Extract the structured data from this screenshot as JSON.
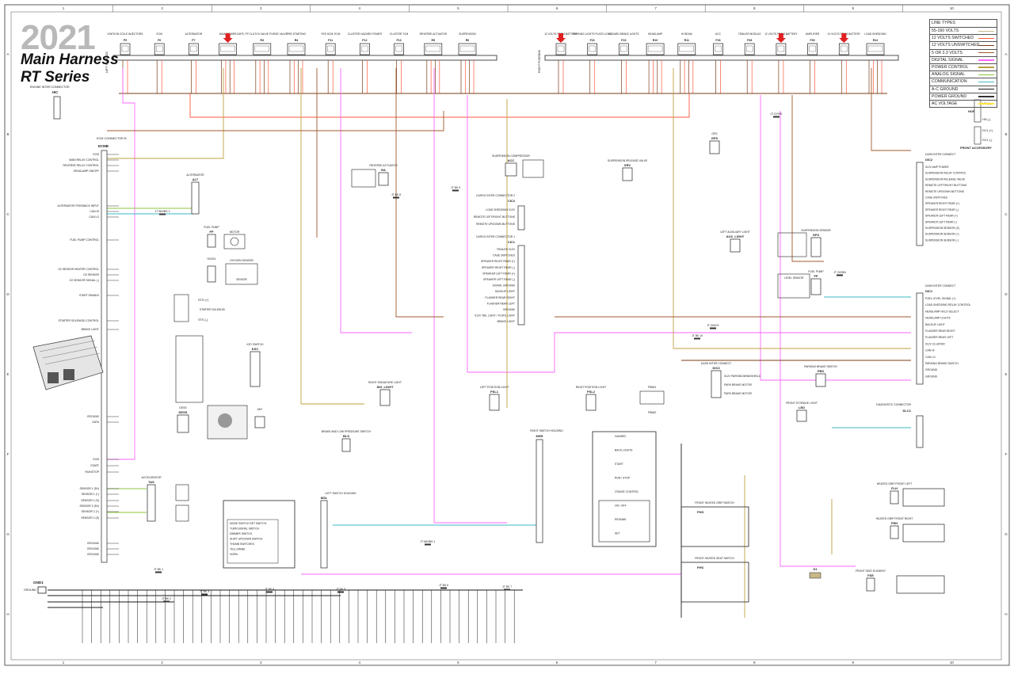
{
  "title": {
    "year": "2021",
    "line1": "Main Harness",
    "line2": "RT Series"
  },
  "grid": {
    "columns": [
      "1",
      "2",
      "3",
      "4",
      "5",
      "6",
      "7",
      "8",
      "9",
      "10"
    ],
    "rows": [
      "A",
      "B",
      "C",
      "D",
      "E",
      "F",
      "G",
      "H"
    ]
  },
  "legend": {
    "title": "LINE TYPES",
    "items": [
      {
        "label": "55-160 VOLTS",
        "color": "#c8b88a"
      },
      {
        "label": "12 VOLTS SWITCHED",
        "color": "#ff5a3c"
      },
      {
        "label": "12 VOLTS UNSWITCHED",
        "color": "#7a3d1a"
      },
      {
        "label": "5 OR 3.3 VOLTS",
        "color": "#a05a2c"
      },
      {
        "label": "DIGITAL SIGNAL",
        "color": "#ff66ff"
      },
      {
        "label": "POWER CONTROL",
        "color": "#c0a040"
      },
      {
        "label": "ANALOG SIGNAL",
        "color": "#8cc63f"
      },
      {
        "label": "COMMUNICATION",
        "color": "#3fb8c6"
      },
      {
        "label": "A-C GROUND",
        "color": "#1a1a1a"
      },
      {
        "label": "POWER GROUND",
        "color": "#333333"
      },
      {
        "label": "AC VOLTAGE",
        "color": "#ffe23c"
      }
    ]
  },
  "fuses": {
    "left_label": "LEFT FUSEBOX",
    "right_label": "RIGHT FUSEBOX",
    "left": [
      {
        "name": "IGNITION COILS INJECTORS",
        "code": "F5"
      },
      {
        "name": "ECM",
        "code": "F6"
      },
      {
        "name": "ALTERNATOR",
        "code": "F7"
      },
      {
        "name": "MAIN POWER",
        "code": "R1"
      },
      {
        "name": "CAPS, FP CLUTCH VALVE PURGE VALVE",
        "code": "R3"
      },
      {
        "name": "PRE-STARTING",
        "code": "R4"
      },
      {
        "name": "YRS HCM, ECM",
        "code": "F11"
      },
      {
        "name": "CLUSTER HAZARD POWER",
        "code": "F12"
      },
      {
        "name": "CLUSTER TCM",
        "code": "F13"
      },
      {
        "name": "REVERSE ACTUATOR",
        "code": "R5"
      },
      {
        "name": "SUSPENSION",
        "code": "R6"
      }
    ],
    "right": [
      {
        "name": "12 VOLTS FROM BATTERY",
        "code": "F21"
      },
      {
        "name": "PARKING LIGHTS PLATE LIGHT",
        "code": "F22"
      },
      {
        "name": "HAZARD BRAKE LIGHTS",
        "code": "F23"
      },
      {
        "name": "HEADLAMP",
        "code": "R10"
      },
      {
        "name": "HI BEAM",
        "code": "R11"
      },
      {
        "name": "ACC",
        "code": "F26"
      },
      {
        "name": "TRAILER MODULE",
        "code": "F28"
      },
      {
        "name": "12 VOLTS FROM BATTERY",
        "code": "F29"
      },
      {
        "name": "AMPLIFIER",
        "code": "F30"
      },
      {
        "name": "12 VOLTS FROM BATTERY",
        "code": "F31"
      },
      {
        "name": "LOAD SHEDDING",
        "code": "R12"
      }
    ]
  },
  "modules": {
    "engine_inter": {
      "name": "ENGINE INTER CONNECTOR",
      "code": "HIC"
    },
    "ecm": {
      "name": "ECM CONNECTOR B",
      "code": "ECMB"
    },
    "ecm_pins": [
      "ECM",
      "MAIN RELAY CONTROL",
      "REVERSE RELAY CONTROL",
      "HEADLAMP ON/OFF",
      "ALTERNATOR FEEDBACK INPUT",
      "CAN HI",
      "CAN LO",
      "FUEL PUMP CONTROL",
      "O2 SENSOR HEATER CONTROL",
      "O2 SENSOR",
      "O2 SENSOR SIGNAL (-)",
      "START ENABLE",
      "STARTER SOLENOID CONTROL",
      "BRAKE LIGHT",
      "GROUND",
      "DATA",
      "ECM",
      "START",
      "RUN/STOP",
      "SENSOR 1 (5V)",
      "SENSOR 1 (+)",
      "SENSOR 1 (S)",
      "SENSOR 2 (5V)",
      "SENSOR 2 (+)",
      "SENSOR 2 (S)",
      "GROUND",
      "GROUND",
      "GROUND"
    ],
    "alternator": {
      "name": "ALTERNATOR",
      "code": "ALT"
    },
    "fuel_pump": {
      "name": "FUEL PUMP",
      "code": "FP"
    },
    "motor": "MOTOR",
    "o2": {
      "name": "HO2S1",
      "label": "OXYGEN SENSOR",
      "sensor": "SENSOR"
    },
    "starter": {
      "name": "STARTER SOLENOID",
      "pos": "STS (+)",
      "neg": "STS (-)"
    },
    "key_switch": {
      "name": "KEY SWITCH",
      "code": "KSC"
    },
    "dess": {
      "name": "DESS",
      "code": "DESS"
    },
    "ant": "ANT",
    "accelerator": {
      "name": "ACCELERATOR",
      "code": "TAS"
    },
    "reverse_actuator": {
      "name": "REVERSE ACTUATOR",
      "code": "RA"
    },
    "suspension_compressor": {
      "name": "SUSPENSION COMPRESSOR",
      "code": "ACC"
    },
    "suspension_release": {
      "name": "SUSPENSION RELEASE VALVE",
      "code": "SRV"
    },
    "cargo_inter_2": {
      "name": "CARGO INTER CONNECTOR 2",
      "code": "CIC2"
    },
    "cargo_inter_2_pins": [
      "LOAD SHEDDING 012V",
      "REMOTE LEFT/RIGHT BUTTONS",
      "REMOTE UP/DOWN BUTTONS"
    ],
    "cargo_inter_1": {
      "name": "CARGO INTER CONNECTOR 1",
      "code": "CIC1"
    },
    "cargo_inter_1_pins": [
      "TRAILER 012V",
      "CASE SWITCHES",
      "SPEAKER RIGHT REAR (+)",
      "SPEAKER RIGHT REAR (-)",
      "SPEAKER LEFT REAR (+)",
      "SPEAKER LEFT REAR (-)",
      "SIGNAL GROUND",
      "BACKUP LIGHT",
      "FLASHER REAR RIGHT",
      "FLASHER REAR LEFT",
      "GROUND",
      "012V TAIL LIGHT / PLATE LIGHT",
      "BRAKE LIGHT"
    ],
    "gps": {
      "name": "GPS",
      "code": "GPS"
    },
    "dash_inter_2": {
      "name": "DASH INTER CONNECT",
      "code": "DIC2"
    },
    "dash_inter_2_pins": [
      "012V AMP POWER",
      "SUSPENSION RELAY CONTROL",
      "SUSPENSION RELEASE VALVE",
      "REMOTE LEFT/RIGHT BUTTONS",
      "REMOTE UP/DOWN BUTTONS",
      "CASE SWITCHES",
      "SPEAKER RIGHT REAR (+)",
      "SPEAKER RIGHT REAR (-)",
      "SPEAKER LEFT REAR (+)",
      "SPEAKER LEFT REAR (-)",
      "SUSPENSION SENSOR (S)",
      "SUSPENSION SENSOR (+)",
      "SUSPENSION SENSOR (-)"
    ],
    "aux_light": {
      "name": "LEFT AUXILIARY LIGHT",
      "code": "AUX_LIGHT"
    },
    "suspension_sensor": {
      "name": "SUSPENSION SENSOR",
      "code": "SPS"
    },
    "fuel_pump_level": {
      "name": "FUEL PUMP",
      "code": "FP",
      "level": "LEVEL SENSOR"
    },
    "dash_inter_1": {
      "name": "DASH INTER CONNECT",
      "code": "DIC1"
    },
    "dash_inter_1_pins": [
      "FUEL LEVEL SIGNAL (+)",
      "LOAD SHEDDING RELAY CONTROL",
      "HEADLAMP HI/LO SELECT",
      "HEADLAMP LIGHTS",
      "BACKUP LIGHT",
      "FLASHER REAR RIGHT",
      "FLASHER REAR LEFT",
      "012V CLUSTER",
      "CAN HI",
      "CAN LO",
      "PARKING BRAKE SWITCH",
      "GROUND",
      "GROUND"
    ],
    "signature_light": {
      "name": "RIGHT SIGNATURE LIGHT",
      "code": "SIG_LIGHT"
    },
    "dash_inter_3": {
      "name": "DASH INTER CONNECT",
      "code": "DIC3"
    },
    "dash_inter_3_pins": [
      "012V PARKING/WINDSHIELD",
      "PARK BRAKE MOTOR",
      "PARK BRAKE MOTOR"
    ],
    "parking_brake_switch": {
      "name": "PARKING BRAKE SWITCH",
      "code": "PBS"
    },
    "pbm": {
      "m1": "PBM1",
      "m2": "PBM2"
    },
    "left_position_light": {
      "name": "LEFT POSITION LIGHT",
      "code": "PSL1"
    },
    "right_position_light": {
      "name": "RIGHT POSITION LIGHT",
      "code": "PSL2"
    },
    "front_storage_light": {
      "name": "FRONT STORAGE LIGHT",
      "code": "LED"
    },
    "diagnostic": {
      "name": "DIAGNOSTIC CONNECTOR",
      "code": "DLC1"
    },
    "brake_switch": {
      "name": "BRAKE AND LOW PRESSURE SWITCH",
      "code": "BLS"
    },
    "right_switch": {
      "name": "RIGHT SWITCH HOUSING",
      "code": "MSR"
    },
    "right_switch_items": [
      "HAZARD",
      "BACK LIGHTS",
      "START",
      "RUN / STOP",
      "CRUISE CONTROL",
      "ON / OFF",
      "RESUME",
      "SET"
    ],
    "left_switch": {
      "name": "LEFT SWITCH HOUSING",
      "code": "MSL"
    },
    "left_switch_items": [
      "MODE SWITCH SET SWITCH",
      "TURN SIGNAL SWITCH",
      "DIMMER SWITCH",
      "SHIFT UP/DOWN SWITCH",
      "THUMB SWITCHES",
      "YELLOW/BK",
      "HORN"
    ],
    "front_grip_switch": {
      "name": "FRONT HEATED GRIP SWITCH",
      "code": "FHG"
    },
    "front_seat_switch": {
      "name": "FRONT HEATED SEAT SWITCH",
      "code": "FHS"
    },
    "grip_left": {
      "name": "HEATED GRIP FRONT LEFT",
      "code": "FLH"
    },
    "grip_right": {
      "name": "HEATED GRIP FRONT RIGHT",
      "code": "FRH"
    },
    "seat_element": {
      "name": "FRONT SEAT ELEMENT",
      "code": "FSE"
    },
    "diode": {
      "name": "D1"
    },
    "horn": {
      "name": "HORN",
      "pos": "HN (+)",
      "neg": "HN (-)"
    },
    "front_accessory": {
      "name": "FRONT ACCESSORY",
      "pos": "DC1 (+)",
      "neg": "DC1 (-)"
    },
    "ground": {
      "name": "GND1",
      "label": "GROUND"
    }
  },
  "splices": [
    "JT BK 1",
    "JT BK 2",
    "JT BK 3",
    "JT BK 4",
    "JT BK 5",
    "JT BK 6",
    "JT BK 7",
    "JT BK 8",
    "JT BK 9",
    "JT BK 10",
    "JT WH/BG 1",
    "JT WH/BG 2",
    "JT OG/BN",
    "JT GY/PK",
    "JT GN/OY"
  ]
}
